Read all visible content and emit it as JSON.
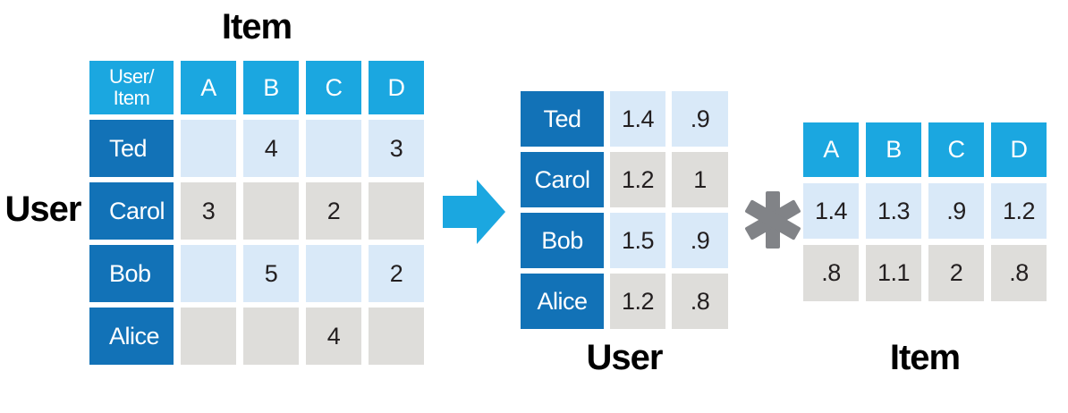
{
  "colors": {
    "cyan": "#1BA7E0",
    "dark_blue": "#1272B7",
    "light_blue": "#D9E9F8",
    "gray": "#DEDDDA",
    "text_dark": "#231F20",
    "asterisk_gray": "#818387"
  },
  "ratings_matrix": {
    "top_label": "Item",
    "left_label": "User",
    "corner_header": [
      "User/",
      "Item"
    ],
    "col_headers": [
      "A",
      "B",
      "C",
      "D"
    ],
    "rows": [
      {
        "name": "Ted",
        "values": [
          "",
          "4",
          "",
          "3"
        ]
      },
      {
        "name": "Carol",
        "values": [
          "3",
          "",
          "2",
          ""
        ]
      },
      {
        "name": "Bob",
        "values": [
          "",
          "5",
          "",
          "2"
        ]
      },
      {
        "name": "Alice",
        "values": [
          "",
          "",
          "4",
          ""
        ]
      }
    ]
  },
  "user_factor_matrix": {
    "bottom_label": "User",
    "rows": [
      {
        "name": "Ted",
        "values": [
          "1.4",
          ".9"
        ]
      },
      {
        "name": "Carol",
        "values": [
          "1.2",
          "1"
        ]
      },
      {
        "name": "Bob",
        "values": [
          "1.5",
          ".9"
        ]
      },
      {
        "name": "Alice",
        "values": [
          "1.2",
          ".8"
        ]
      }
    ]
  },
  "item_factor_matrix": {
    "bottom_label": "Item",
    "col_headers": [
      "A",
      "B",
      "C",
      "D"
    ],
    "rows": [
      {
        "values": [
          "1.4",
          "1.3",
          ".9",
          "1.2"
        ]
      },
      {
        "values": [
          ".8",
          "1.1",
          "2",
          ".8"
        ]
      }
    ]
  },
  "operator": "*"
}
